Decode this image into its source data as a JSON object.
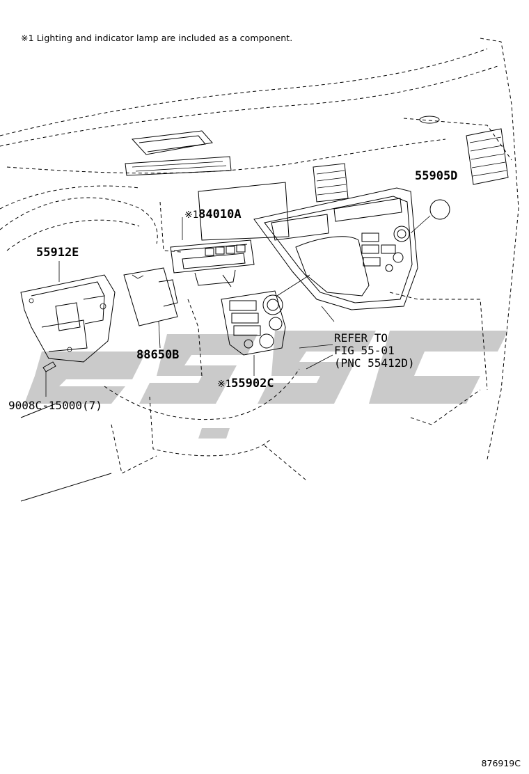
{
  "note": "※1 Lighting and indicator lamp are included as a component.",
  "labels": {
    "p55905D": "55905D",
    "p84010A_mark": "※1",
    "p84010A": "84010A",
    "p55912E": "55912E",
    "p88650B": "88650B",
    "p55902C_mark": "※1",
    "p55902C": "55902C",
    "p9008C": "9008C-15000(7)"
  },
  "reference": {
    "line1": "REFER TO",
    "line2": "FIG 55-01",
    "line3": "(PNC 55412D)"
  },
  "figure_number": "876919C",
  "watermark_icon": "brand-watermark-logo"
}
